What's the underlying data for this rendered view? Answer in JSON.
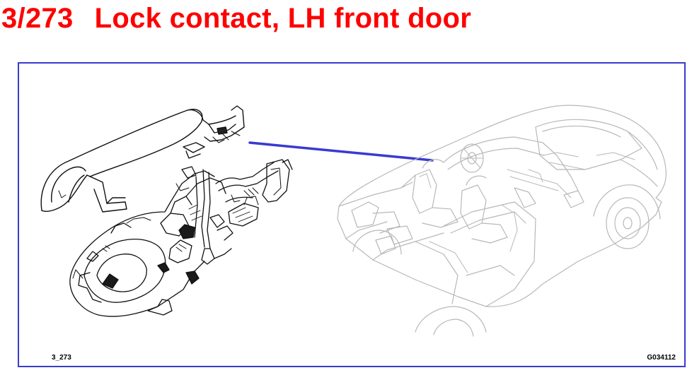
{
  "header": {
    "code": "3/273",
    "title": "Lock contact, LH front door",
    "color": "#ff0000"
  },
  "figure": {
    "border_color": "#3a3ad0",
    "leader_color": "#3a3ad0",
    "caption_left": "3_273",
    "caption_right": "G034112",
    "components": [
      "door-handle-assembly",
      "lock-contact-assembly",
      "car-overview"
    ]
  }
}
